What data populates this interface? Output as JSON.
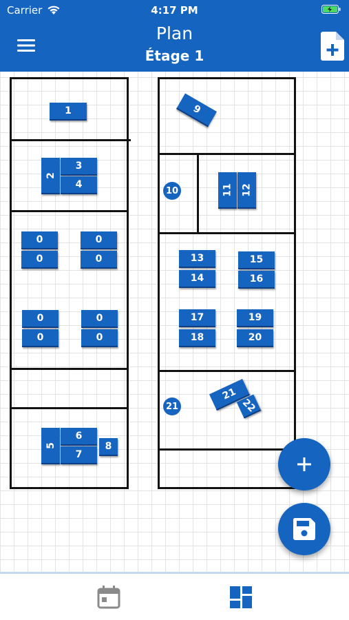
{
  "status_bar": {
    "carrier": "Carrier",
    "time": "4:17 PM"
  },
  "header": {
    "title": "Plan",
    "subtitle": "Étage 1"
  },
  "desks": {
    "d1": "1",
    "d2": "2",
    "d3": "3",
    "d4": "4",
    "d0a": "0",
    "d0b": "0",
    "d0c": "0",
    "d0d": "0",
    "d0e": "0",
    "d0f": "0",
    "d0g": "0",
    "d0h": "0",
    "d5": "5",
    "d6": "6",
    "d7": "7",
    "d8": "8",
    "d9": "9",
    "d10": "10",
    "d11": "11",
    "d12": "12",
    "d13": "13",
    "d14": "14",
    "d15": "15",
    "d16": "16",
    "d17": "17",
    "d18": "18",
    "d19": "19",
    "d20": "20",
    "d21": "21",
    "d21r": "21",
    "d22": "22"
  },
  "colors": {
    "primary": "#1565c0",
    "wall": "#111111",
    "grid": "#e3e3e3",
    "tab_inactive": "#8a8a8a"
  },
  "icons": {
    "menu": "hamburger-icon",
    "add_document": "add-document-icon",
    "fab_add": "plus-icon",
    "fab_save": "save-icon",
    "tab_calendar": "calendar-icon",
    "tab_plan": "dashboard-icon"
  }
}
